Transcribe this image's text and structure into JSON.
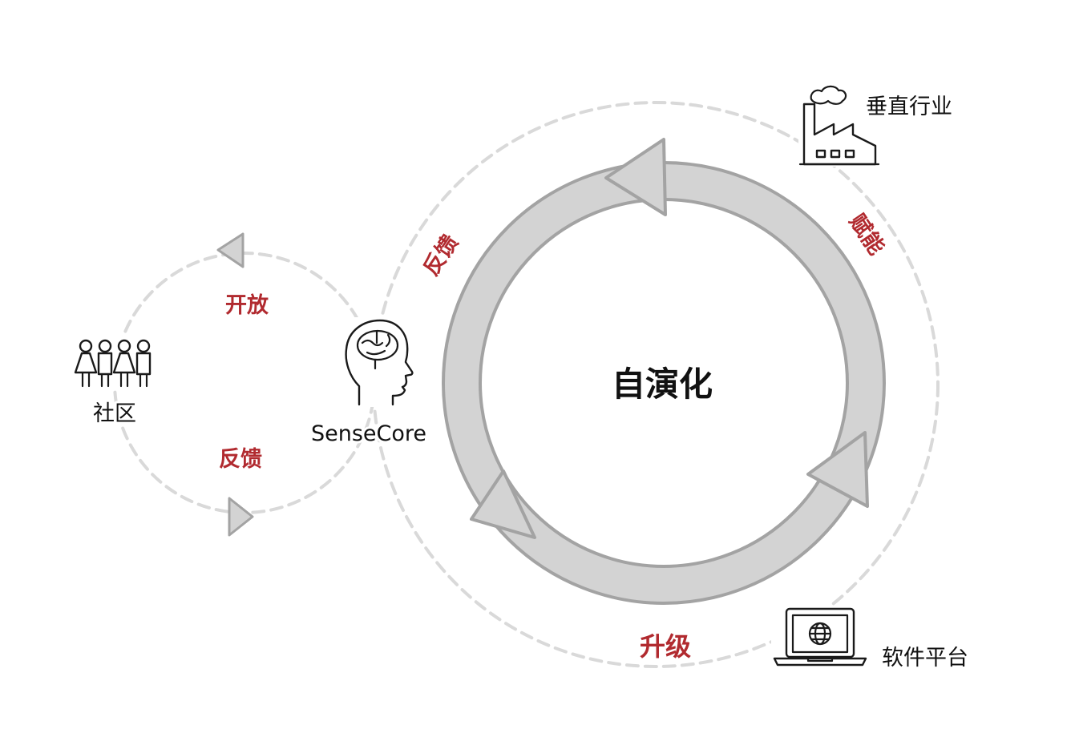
{
  "diagram": {
    "center_label": "自演化",
    "nodes": {
      "vertical_industry": {
        "label": "垂直行业",
        "icon": "factory-icon"
      },
      "community": {
        "label": "社区",
        "icon": "people-icon"
      },
      "sensecore": {
        "label": "SenseCore",
        "icon": "brain-head-icon"
      },
      "software_platform": {
        "label": "软件平台",
        "icon": "laptop-globe-icon"
      }
    },
    "edges": {
      "empower": "赋能",
      "feedback_outer": "反馈",
      "upgrade": "升级",
      "open": "开放",
      "feedback_inner": "反馈"
    }
  },
  "colors": {
    "accent": "#b12a2f",
    "ring_fill": "#d3d3d3",
    "ring_stroke": "#a3a3a3",
    "dashed_loop": "#d9d9d9",
    "icon_stroke": "#1a1a1a",
    "text": "#111111"
  }
}
